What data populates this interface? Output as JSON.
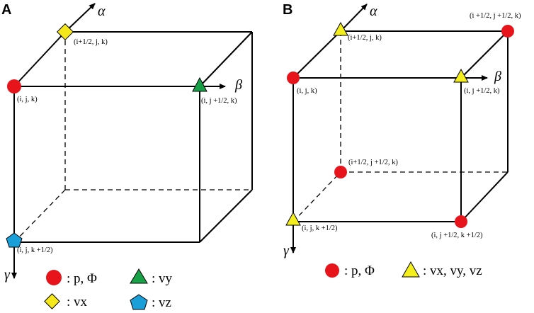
{
  "colors": {
    "pressure": "#e8141b",
    "vx_diamond": "#f4e81c",
    "vy_triangle": "#17a046",
    "vz_pentagon": "#1a9fd8",
    "yellow_triangle": "#f4ee1c"
  },
  "panel_a": {
    "letter": "A",
    "axes": {
      "alpha": "α",
      "beta": "β",
      "gamma": "γ"
    },
    "labels": {
      "ijk": "(i, j, k)",
      "i_half": "(i+1/2, j, k)",
      "j_half": "(i, j +1/2, k)",
      "k_half": "(i, j, k +1/2)"
    },
    "legend": {
      "p": ": p, Φ",
      "vx": ": vx",
      "vy": ": vy",
      "vz": ": vz"
    }
  },
  "panel_b": {
    "letter": "B",
    "axes": {
      "alpha": "α",
      "beta": "β",
      "gamma": "γ"
    },
    "labels": {
      "ijk": "(i, j, k)",
      "i_half": "(i+1/2, j, k)",
      "ij_half": "(i +1/2, j +1/2, k)",
      "j_half": "(i, j +1/2, k)",
      "ij_half_mid": "(i+1/2, j +1/2, k)",
      "k_half": "(i, j, k +1/2)",
      "jk_half": "(i, j +1/2, k +1/2)"
    },
    "legend": {
      "p": ": p, Φ",
      "v": ": vx, vy, vz"
    }
  }
}
